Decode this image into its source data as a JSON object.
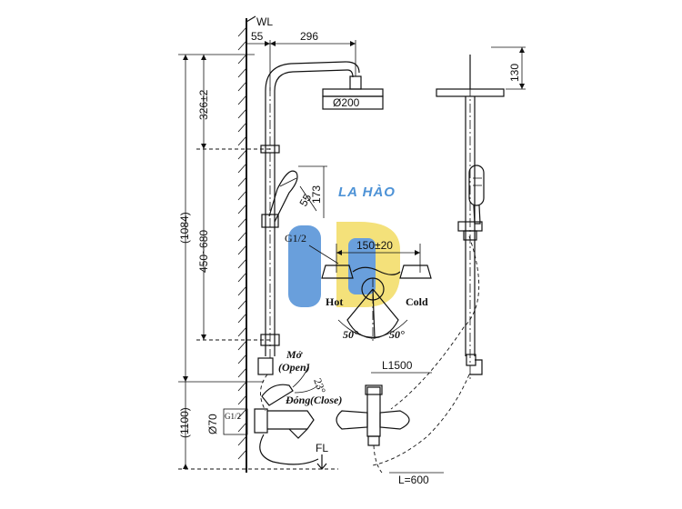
{
  "labels": {
    "wall_level": "WL",
    "wall_offset": "55",
    "arm_length": "296",
    "head_diameter": "Ø200",
    "head_height": "130",
    "upper_span": "326±2",
    "bracket_span": "450~680",
    "total_height": "(1084)",
    "floor_height": "(1100)",
    "handshower_angle": "173",
    "handshower_width": "55",
    "inlet_thread_top": "G1/2",
    "inlet_thread_bottom": "G1/2",
    "center_distance": "150±20",
    "hot": "Hot",
    "cold": "Cold",
    "angle_left": "50°",
    "angle_right": "50°",
    "open_vi": "Mở",
    "open_en": "(Open)",
    "close_vi": "Đóng",
    "close_en": "(Close)",
    "lever_angle": "23°",
    "outlet_diameter": "Ø70",
    "floor_level": "FL",
    "hose_length": "L1500",
    "pipe_length": "L=600"
  },
  "watermark": {
    "brand": "LA HÀO",
    "colors": {
      "blue": "#4f8fd6",
      "yellow": "#f3dc63",
      "text": "#2f80d0"
    }
  }
}
